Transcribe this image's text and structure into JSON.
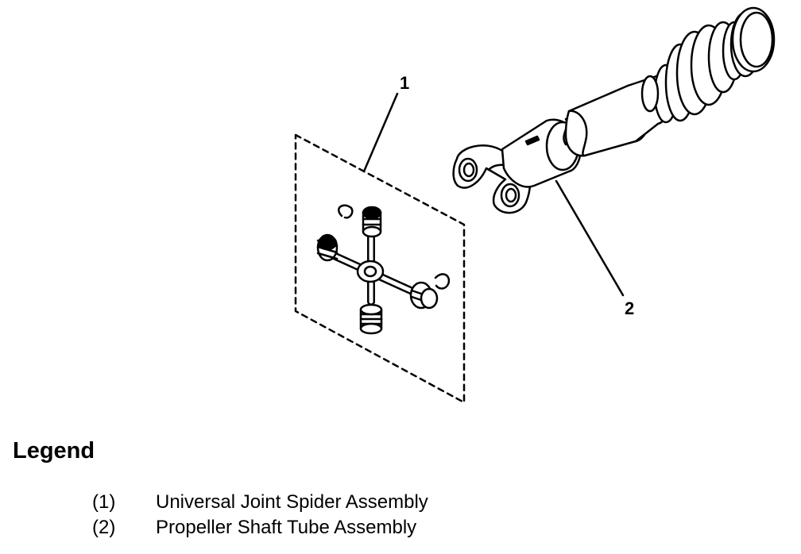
{
  "callouts": [
    "1",
    "2"
  ],
  "legend": {
    "title": "Legend",
    "items": [
      {
        "num": "(1)",
        "text": "Universal Joint Spider Assembly"
      },
      {
        "num": "(2)",
        "text": "Propeller Shaft Tube Assembly"
      }
    ]
  }
}
